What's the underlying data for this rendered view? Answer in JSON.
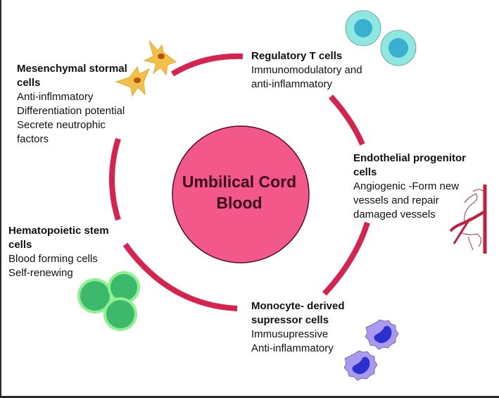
{
  "diagram": {
    "center": {
      "line1": "Umbilical Cord",
      "line2": "Blood"
    },
    "colors": {
      "center_fill": "#f2588a",
      "center_stroke": "#5a0a2a",
      "arc": "#d6244e",
      "treg_outer": "#8ee8e0",
      "treg_inner": "#3aafd0",
      "hsc_outer": "#8ef08e",
      "hsc_inner": "#3cb96a",
      "mdsc_outer": "#a99af0",
      "mdsc_nucleus": "#2b2fd0",
      "msc_body": "#f3c14a",
      "msc_nucleus": "#b5540f",
      "vessel": "#c0203e"
    },
    "nodes": [
      {
        "id": "mesenchymal",
        "title_lines": [
          "Mesenchymal stormal",
          "cells"
        ],
        "lines": [
          "Anti-inflmmatory",
          "Differentiation potential",
          "Secrete neutrophic",
          "factors"
        ],
        "icon": "mesenchymal-cell-icon"
      },
      {
        "id": "regulatory",
        "title_lines": [
          "Regulatory T cells"
        ],
        "lines": [
          "Immunomodulatory and",
          "anti-inflammatory"
        ],
        "icon": "t-cell-icon"
      },
      {
        "id": "endothelial",
        "title_lines": [
          "Endothelial progenitor",
          "cells"
        ],
        "lines": [
          "Angiogenic -Form new",
          "vessels and repair",
          "damaged vessels"
        ],
        "icon": "blood-vessel-icon"
      },
      {
        "id": "monocyte",
        "title_lines": [
          "Monocyte- derived",
          "supressor cells"
        ],
        "lines": [
          "Immusupressive",
          "Anti-inflammatory"
        ],
        "icon": "monocyte-icon"
      },
      {
        "id": "hematopoietic",
        "title_lines": [
          "Hematopoietic stem",
          "cells"
        ],
        "lines": [
          "Blood forming cells",
          "Self-renewing"
        ],
        "icon": "stem-cell-icon"
      }
    ]
  }
}
